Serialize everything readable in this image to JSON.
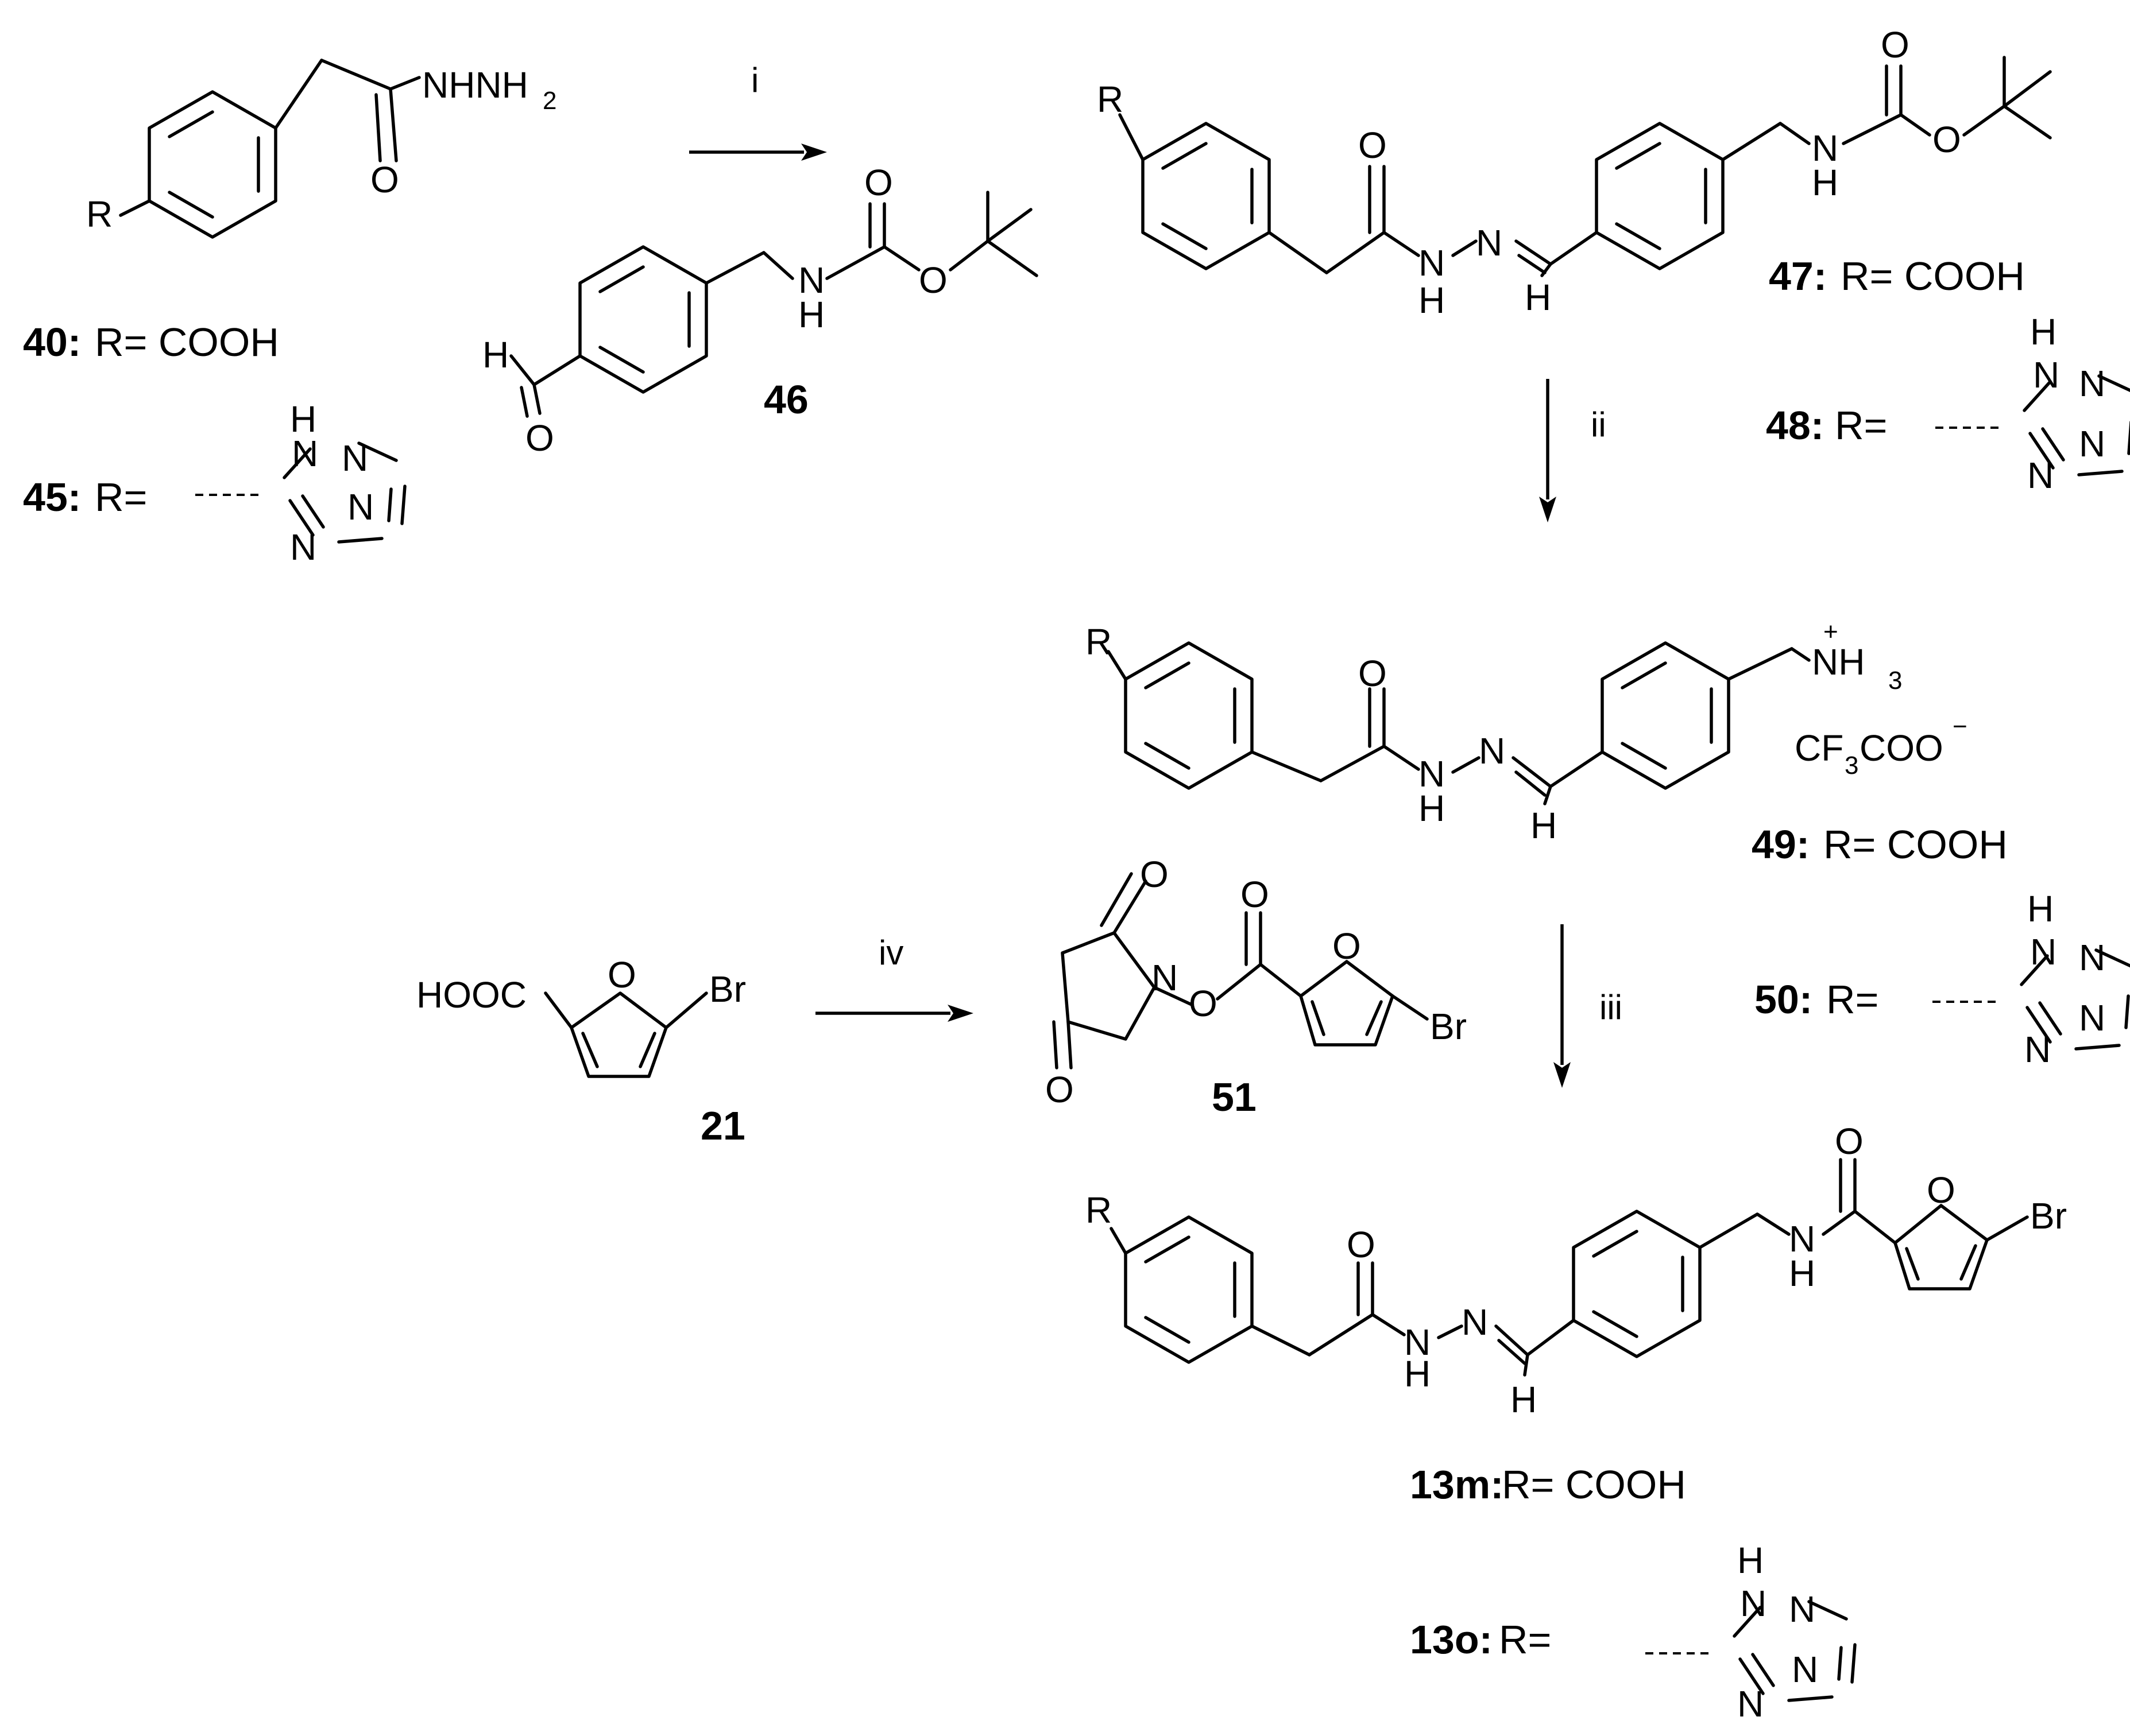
{
  "compounds": {
    "c40": {
      "number": "40:",
      "r": "R= COOH"
    },
    "c45": {
      "number": "45:",
      "r": "R="
    },
    "c46": {
      "number": "46"
    },
    "c47": {
      "number": "47:",
      "r": "R= COOH"
    },
    "c48": {
      "number": "48:",
      "r": "R="
    },
    "c49": {
      "number": "49:",
      "r": "R= COOH"
    },
    "c50": {
      "number": "50:",
      "r": "R="
    },
    "c21": {
      "number": "21"
    },
    "c51": {
      "number": "51"
    },
    "c13m": {
      "number": "13m:",
      "r": "R= COOH"
    },
    "c13o": {
      "number": "13o:",
      "r": "R="
    }
  },
  "steps": {
    "i": "i",
    "ii": "ii",
    "iii": "iii",
    "iv": "iv"
  },
  "atoms": {
    "R": "R",
    "O": "O",
    "N": "N",
    "H": "H",
    "NH": "NH",
    "Br": "Br",
    "NHNH": "NHNH",
    "two": "2",
    "three": "3",
    "plus": "+",
    "minus": "−",
    "CF": "CF",
    "COO": "COO",
    "HOOC": "HOOC"
  }
}
